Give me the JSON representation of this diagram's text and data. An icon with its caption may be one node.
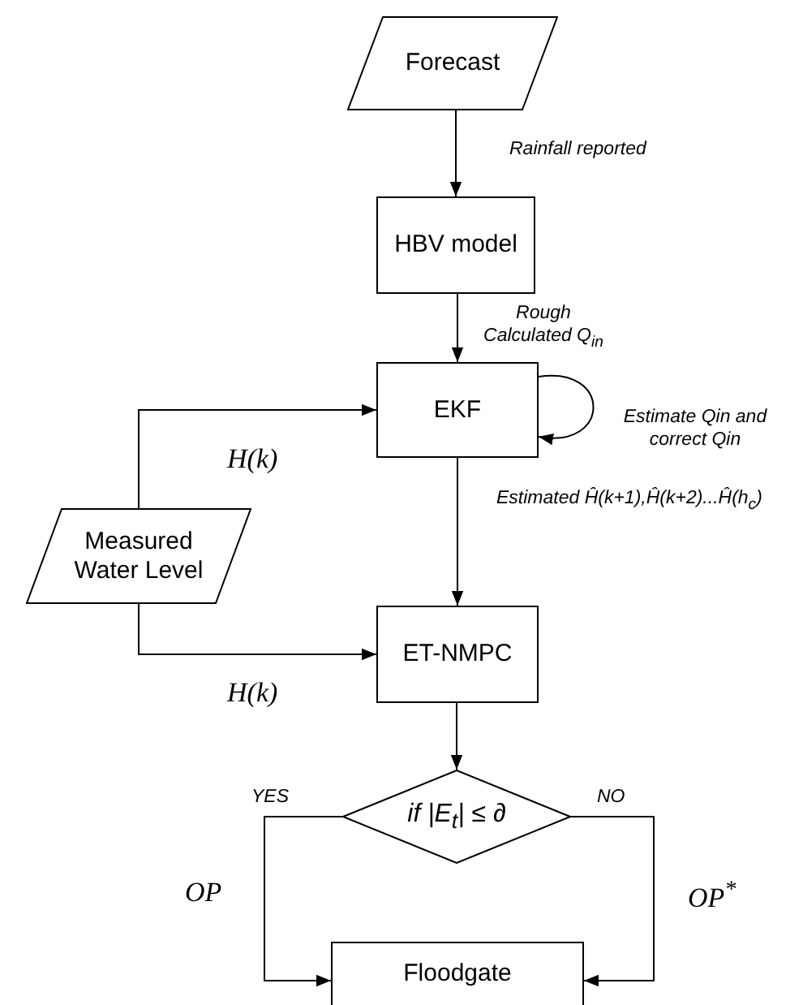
{
  "diagram": {
    "nodes": [
      {
        "text": [
          "Forecast"
        ]
      },
      {
        "text": [
          "HBV model"
        ]
      },
      {
        "text": [
          "EKF"
        ]
      },
      {
        "text": [
          "Measured Water Level"
        ]
      },
      {
        "text": [
          "ET-NMPC"
        ]
      },
      {
        "text": [
          "*if* |E$_{t}$| ≤ ∂"
        ]
      },
      {
        "text": [
          "Floodgate"
        ]
      }
    ],
    "edges": [
      {
        "from": 0,
        "to": 1,
        "arrow": "to",
        "label": "Rainfall reported"
      },
      {
        "from": 1,
        "to": 2,
        "arrow": "to",
        "label": "Rough Calculated Q$_{in}$"
      },
      {
        "from": 2,
        "to": 2,
        "arrow": "to",
        "label": "Estimate Qin and correct Qin"
      },
      {
        "from": 3,
        "to": 2,
        "arrow": "to",
        "label": "H(k)"
      },
      {
        "from": 2,
        "to": 4,
        "arrow": "to",
        "label": "Estimated Ĥ(k+1),Ĥ(k+2)...Ĥ(h$_{c}$)"
      },
      {
        "from": 3,
        "to": 4,
        "arrow": "to",
        "label": "H(k)"
      },
      {
        "from": 4,
        "to": 5,
        "arrow": "to"
      },
      {
        "from": 5,
        "to": 6,
        "arrow": "to",
        "label": "YES"
      },
      {
        "from": 5,
        "to": 6,
        "arrow": "to",
        "label": "NO"
      }
    ],
    "labels": [
      "OP",
      "OP$^{*}$"
    ]
  }
}
